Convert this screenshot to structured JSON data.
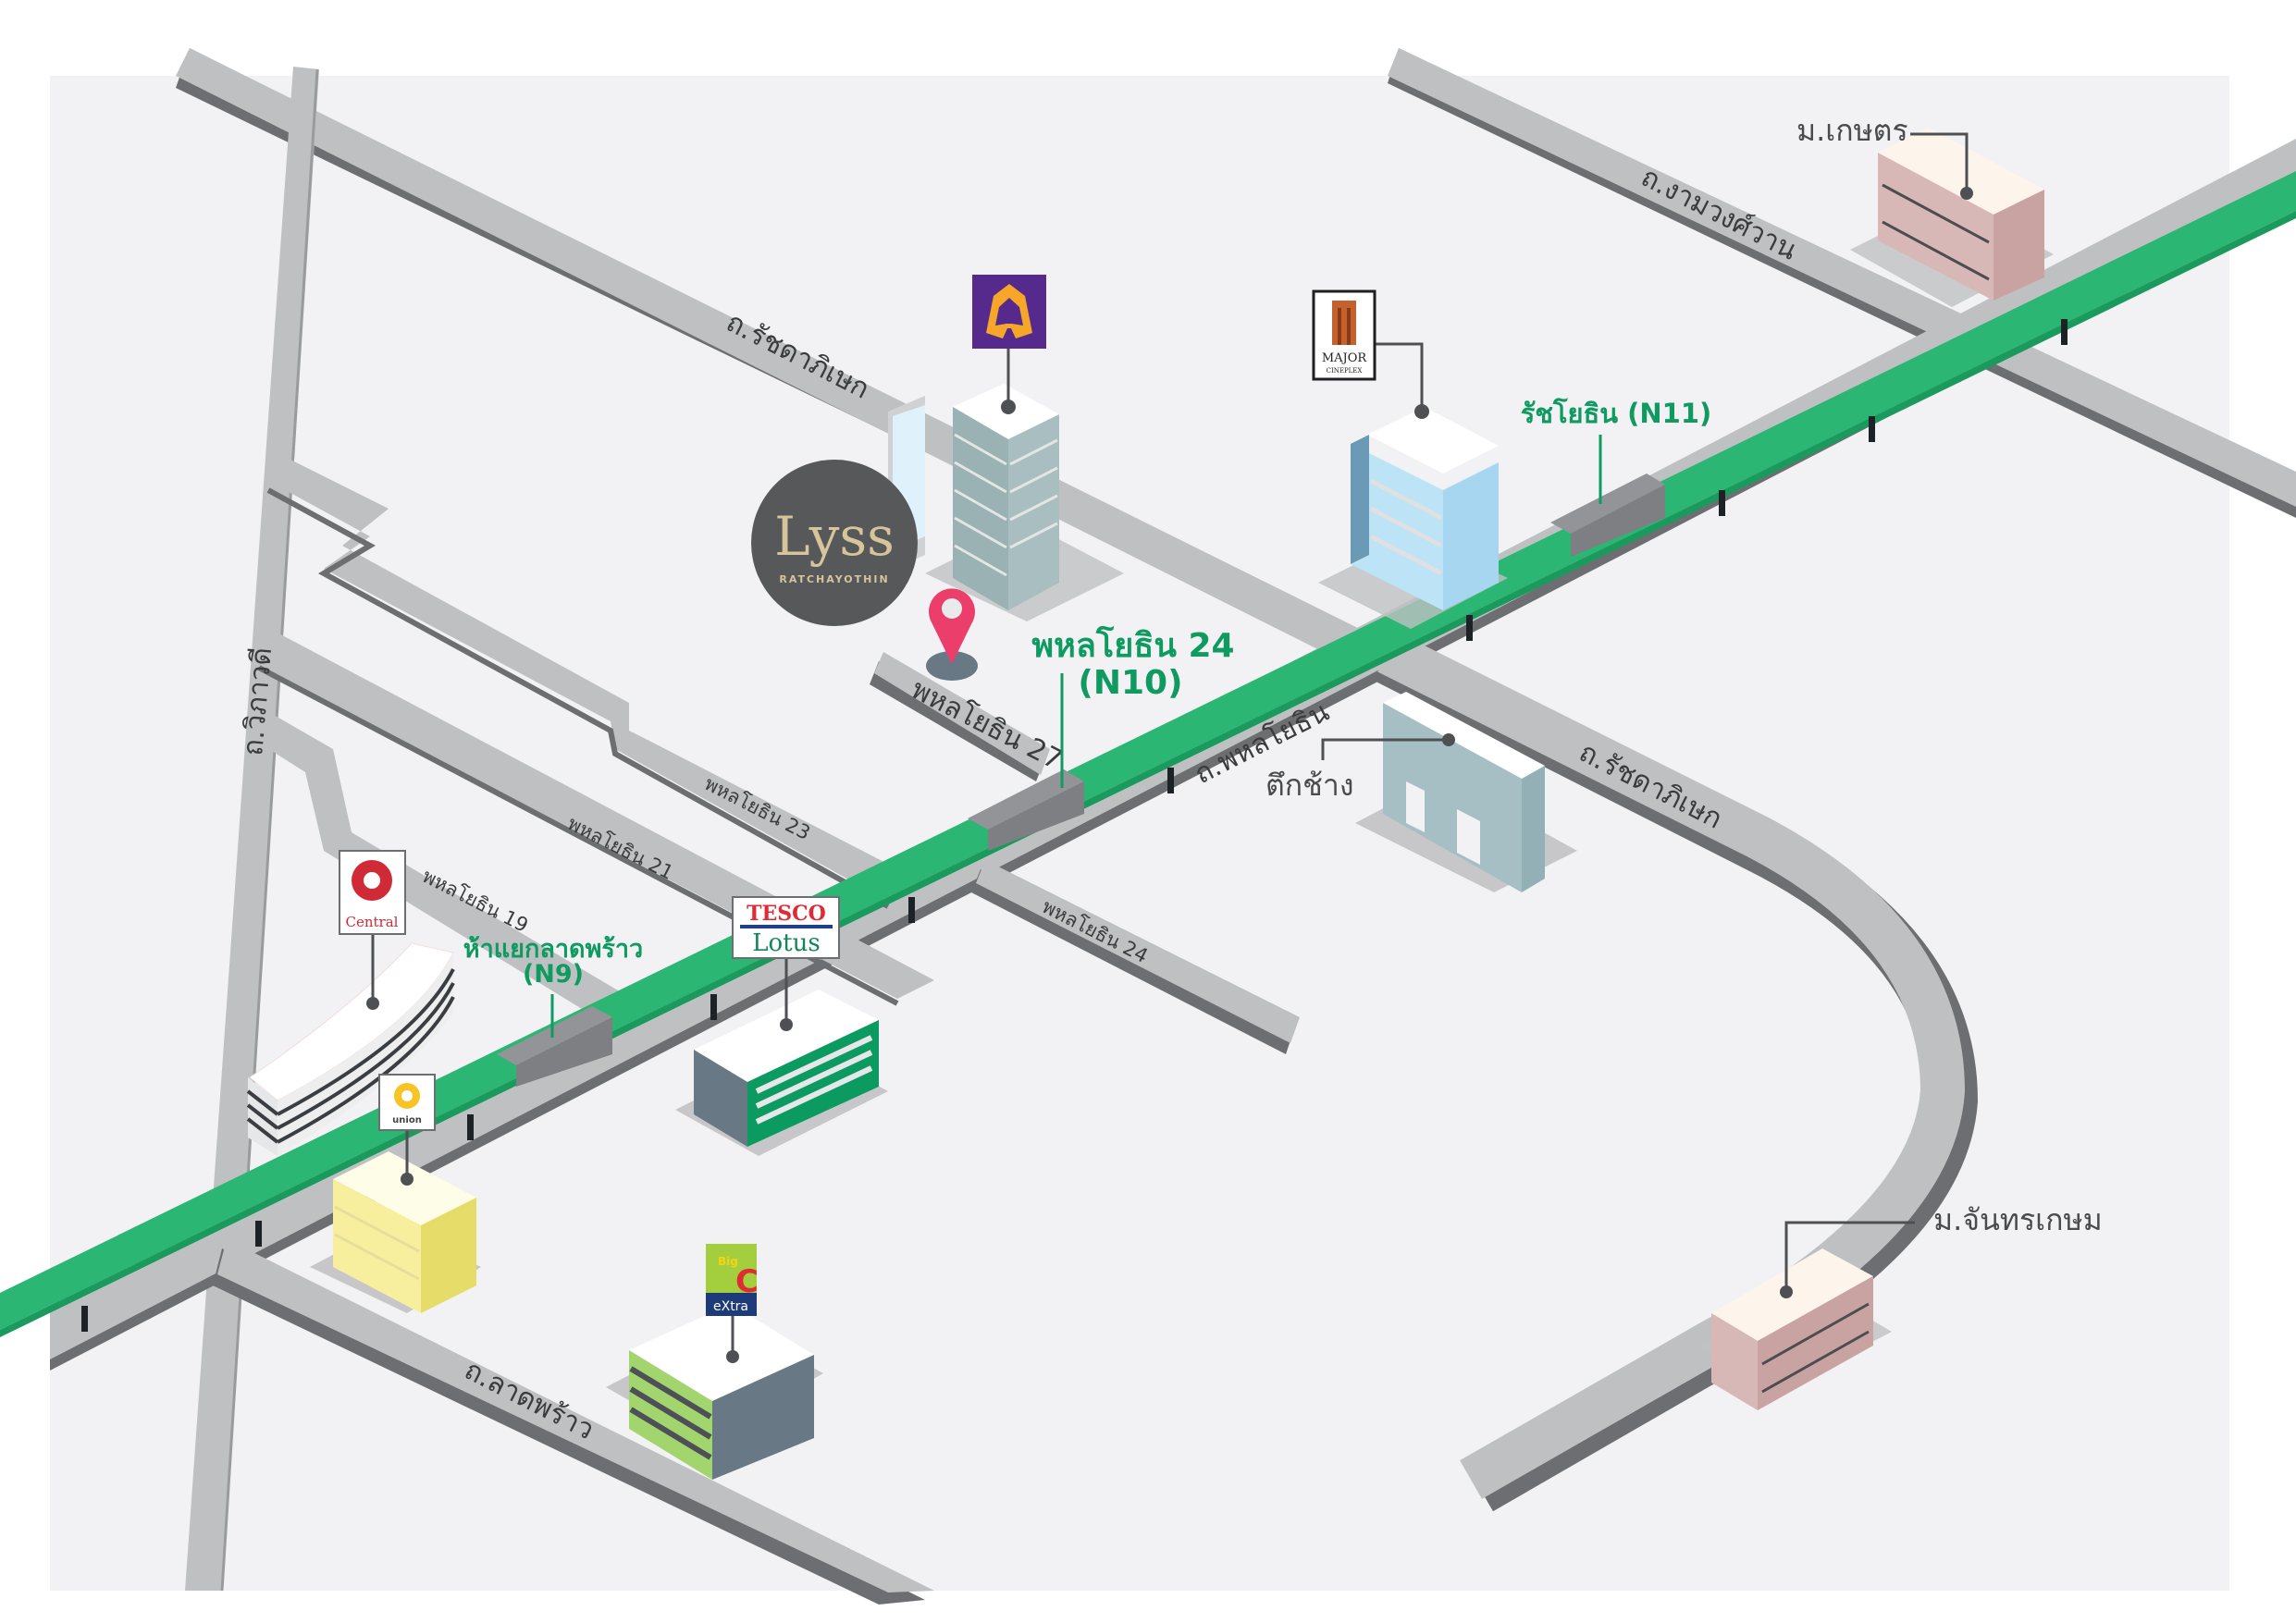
{
  "map": {
    "title": "Lyss Ratchayothin location map",
    "colors": {
      "background": "#f2f2f4",
      "road": "#bfc0c2",
      "road_edge": "#6d6e71",
      "bts_line": "#2bb673",
      "bts_line_dark": "#1a9a5c",
      "station_label": "#0f9a62",
      "pin": "#ec3e6a",
      "project_logo_bg": "#56585a",
      "project_logo_text": "#d6c49a"
    },
    "project": {
      "name": "Lyss",
      "subtitle": "RATCHAYOTHIN",
      "icon": "location-pin-icon"
    },
    "roads": [
      {
        "id": "ratchadaphisek-north",
        "label": "ถ.รัชดาภิเษก"
      },
      {
        "id": "ngamwongwan",
        "label": "ถ.งามวงศ์วาน"
      },
      {
        "id": "vibhavadi",
        "label": "ถ.วิภาวดี"
      },
      {
        "id": "phahonyothin",
        "label": "ถ.พหลโยธิน"
      },
      {
        "id": "ratchadaphisek-south",
        "label": "ถ.รัชดาภิเษก"
      },
      {
        "id": "ladprao",
        "label": "ถ.ลาดพร้าว"
      },
      {
        "id": "soi-27",
        "label": "พหลโยธิน 27"
      },
      {
        "id": "soi-23",
        "label": "พหลโยธิน 23"
      },
      {
        "id": "soi-21",
        "label": "พหลโยธิน 21"
      },
      {
        "id": "soi-19",
        "label": "พหลโยธิน 19"
      },
      {
        "id": "soi-24",
        "label": "พหลโยธิน 24"
      }
    ],
    "stations": [
      {
        "id": "N9",
        "label_line1": "ห้าแยกลาดพร้าว",
        "label_line2": "(N9)"
      },
      {
        "id": "N10",
        "label_line1": "พหลโยธิน 24",
        "label_line2": "(N10)"
      },
      {
        "id": "N11",
        "label_line1": "รัชโยธิน (N11)"
      }
    ],
    "landmarks": [
      {
        "id": "kasetsart",
        "label": "ม.เกษตร"
      },
      {
        "id": "chandrakasem",
        "label": "ม.จันทรเกษม"
      },
      {
        "id": "elephant-building",
        "label": "ตึกช้าง"
      },
      {
        "id": "major",
        "logo_line1": "MAJOR",
        "logo_line2": "CINEPLEX"
      },
      {
        "id": "scb",
        "logo": "scb-leaf-icon"
      },
      {
        "id": "tesco",
        "logo_line1": "TESCO",
        "logo_line2": "Lotus"
      },
      {
        "id": "central",
        "logo_text": "Central"
      },
      {
        "id": "union",
        "logo_text": "union"
      },
      {
        "id": "bigc",
        "logo_line1": "Big",
        "logo_line2": "C",
        "logo_line3": "eXtra"
      }
    ]
  }
}
